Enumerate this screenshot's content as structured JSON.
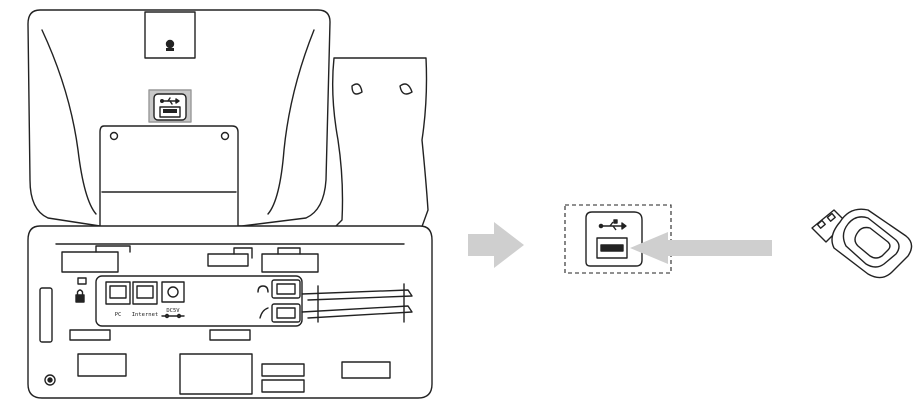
{
  "ports": {
    "pc": "PC",
    "internet": "Internet",
    "power": "DC5V"
  },
  "colors": {
    "stroke": "#222222",
    "highlight": "#c8c8c8",
    "arrow": "#cfcfcf",
    "background": "#ffffff"
  },
  "icons": [
    "camera-icon",
    "usb-symbol-icon",
    "lock-icon",
    "headset-icon",
    "handset-icon",
    "usb-dongle-icon"
  ]
}
